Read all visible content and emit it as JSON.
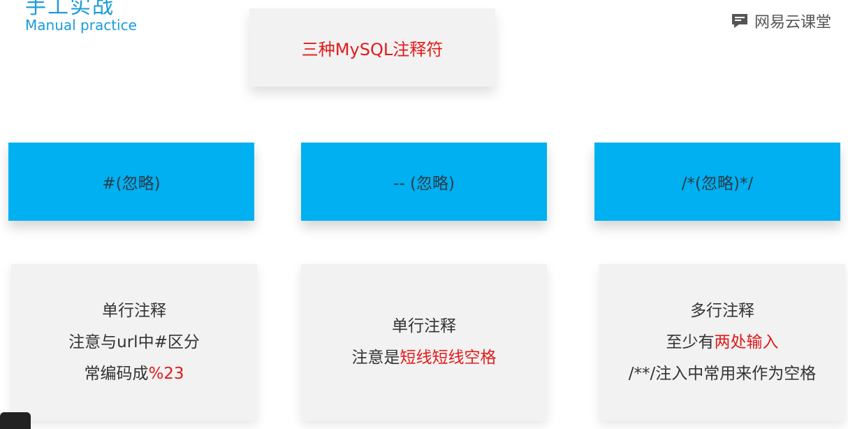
{
  "header": {
    "title_cn": "手工实战",
    "title_en": "Manual practice",
    "brand": "网易云课堂"
  },
  "top_box": {
    "label": "三种MySQL注释符"
  },
  "blue_boxes": [
    {
      "label": "#(忽略)"
    },
    {
      "label": "-- (忽略)"
    },
    {
      "label": "/*(忽略)*/"
    }
  ],
  "cards": [
    {
      "line1": "单行注释",
      "line2": "注意与url中#区分",
      "line3_black": "常编码成",
      "line3_red": "%23"
    },
    {
      "line1": "单行注释",
      "line2_black": "注意是",
      "line2_red": "短线短线空格"
    },
    {
      "line1": "多行注释",
      "line2_black": "至少有",
      "line2_red": "两处输入",
      "line3": "/**/注入中常用来作为空格"
    }
  ],
  "colors": {
    "accent_blue": "#00b0f0",
    "title_blue": "#1a9bd8",
    "emphasis_red": "#e21a1a",
    "card_gray": "#f2f2f2"
  }
}
